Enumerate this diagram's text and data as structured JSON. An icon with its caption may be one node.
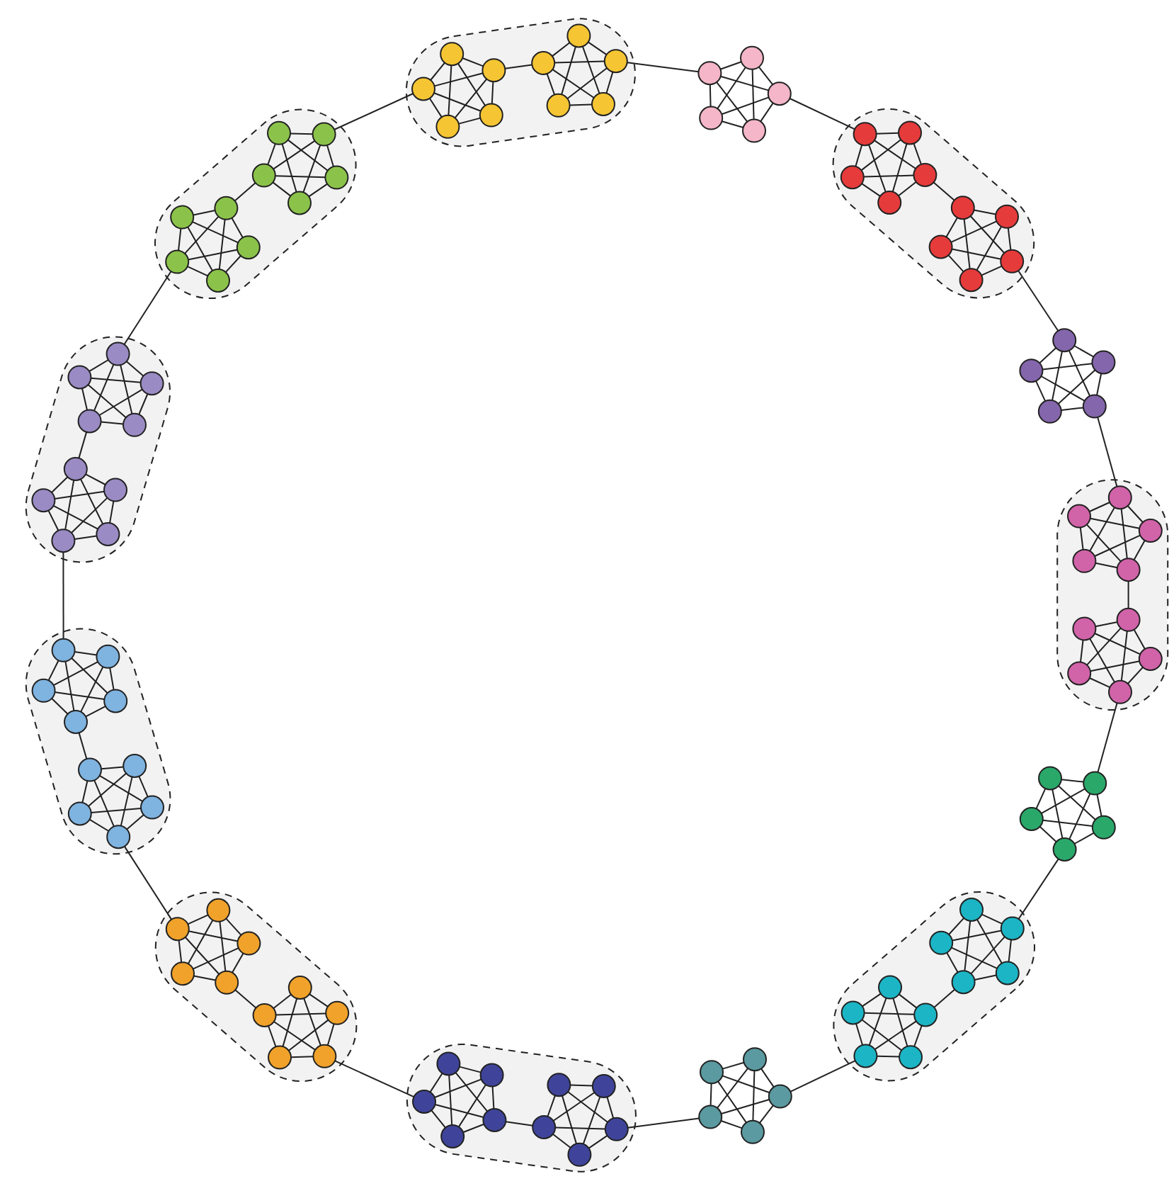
{
  "diagram": {
    "nodes": [
      {
        "text": [],
        "shape": "box"
      },
      {
        "text": [],
        "shape": "circle",
        "in": 0
      },
      {
        "text": [],
        "shape": "circle",
        "in": 0
      },
      {
        "text": [],
        "shape": "circle",
        "in": 0
      },
      {
        "text": [],
        "shape": "circle",
        "in": 0
      },
      {
        "text": [],
        "shape": "circle",
        "in": 0
      },
      {
        "text": [],
        "shape": "circle",
        "in": 0
      },
      {
        "text": [],
        "shape": "circle",
        "in": 0
      },
      {
        "text": [],
        "shape": "circle",
        "in": 0
      },
      {
        "text": [],
        "shape": "circle",
        "in": 0
      },
      {
        "text": [],
        "shape": "circle",
        "in": 0
      },
      {
        "text": [],
        "shape": "circle"
      },
      {
        "text": [],
        "shape": "circle"
      },
      {
        "text": [],
        "shape": "circle"
      },
      {
        "text": [],
        "shape": "circle"
      },
      {
        "text": [],
        "shape": "circle"
      },
      {
        "text": [],
        "shape": "box"
      },
      {
        "text": [],
        "shape": "circle",
        "in": 16
      },
      {
        "text": [],
        "shape": "circle",
        "in": 16
      },
      {
        "text": [],
        "shape": "circle",
        "in": 16
      },
      {
        "text": [],
        "shape": "circle",
        "in": 16
      },
      {
        "text": [],
        "shape": "circle",
        "in": 16
      },
      {
        "text": [],
        "shape": "circle",
        "in": 16
      },
      {
        "text": [],
        "shape": "circle",
        "in": 16
      },
      {
        "text": [],
        "shape": "circle",
        "in": 16
      },
      {
        "text": [],
        "shape": "circle",
        "in": 16
      },
      {
        "text": [],
        "shape": "circle",
        "in": 16
      },
      {
        "text": [],
        "shape": "circle"
      },
      {
        "text": [],
        "shape": "circle"
      },
      {
        "text": [],
        "shape": "circle"
      },
      {
        "text": [],
        "shape": "circle"
      },
      {
        "text": [],
        "shape": "circle"
      },
      {
        "text": [],
        "shape": "box"
      },
      {
        "text": [],
        "shape": "circle",
        "in": 32
      },
      {
        "text": [],
        "shape": "circle",
        "in": 32
      },
      {
        "text": [],
        "shape": "circle",
        "in": 32
      },
      {
        "text": [],
        "shape": "circle",
        "in": 32
      },
      {
        "text": [],
        "shape": "circle",
        "in": 32
      },
      {
        "text": [],
        "shape": "circle",
        "in": 32
      },
      {
        "text": [],
        "shape": "circle",
        "in": 32
      },
      {
        "text": [],
        "shape": "circle",
        "in": 32
      },
      {
        "text": [],
        "shape": "circle",
        "in": 32
      },
      {
        "text": [],
        "shape": "circle",
        "in": 32
      },
      {
        "text": [],
        "shape": "circle"
      },
      {
        "text": [],
        "shape": "circle"
      },
      {
        "text": [],
        "shape": "circle"
      },
      {
        "text": [],
        "shape": "circle"
      },
      {
        "text": [],
        "shape": "circle"
      },
      {
        "text": [],
        "shape": "box"
      },
      {
        "text": [],
        "shape": "circle",
        "in": 48
      },
      {
        "text": [],
        "shape": "circle",
        "in": 48
      },
      {
        "text": [],
        "shape": "circle",
        "in": 48
      },
      {
        "text": [],
        "shape": "circle",
        "in": 48
      },
      {
        "text": [],
        "shape": "circle",
        "in": 48
      },
      {
        "text": [],
        "shape": "circle",
        "in": 48
      },
      {
        "text": [],
        "shape": "circle",
        "in": 48
      },
      {
        "text": [],
        "shape": "circle",
        "in": 48
      },
      {
        "text": [],
        "shape": "circle",
        "in": 48
      },
      {
        "text": [],
        "shape": "circle",
        "in": 48
      },
      {
        "text": [],
        "shape": "circle"
      },
      {
        "text": [],
        "shape": "circle"
      },
      {
        "text": [],
        "shape": "circle"
      },
      {
        "text": [],
        "shape": "circle"
      },
      {
        "text": [],
        "shape": "circle"
      },
      {
        "text": [],
        "shape": "box"
      },
      {
        "text": [],
        "shape": "circle",
        "in": 64
      },
      {
        "text": [],
        "shape": "circle",
        "in": 64
      },
      {
        "text": [],
        "shape": "circle",
        "in": 64
      },
      {
        "text": [],
        "shape": "circle",
        "in": 64
      },
      {
        "text": [],
        "shape": "circle",
        "in": 64
      },
      {
        "text": [],
        "shape": "circle",
        "in": 64
      },
      {
        "text": [],
        "shape": "circle",
        "in": 64
      },
      {
        "text": [],
        "shape": "circle",
        "in": 64
      },
      {
        "text": [],
        "shape": "circle",
        "in": 64
      },
      {
        "text": [],
        "shape": "circle",
        "in": 64
      },
      {
        "text": [],
        "shape": "box"
      },
      {
        "text": [],
        "shape": "circle",
        "in": 75
      },
      {
        "text": [],
        "shape": "circle",
        "in": 75
      },
      {
        "text": [],
        "shape": "circle",
        "in": 75
      },
      {
        "text": [],
        "shape": "circle",
        "in": 75
      },
      {
        "text": [],
        "shape": "circle",
        "in": 75
      },
      {
        "text": [],
        "shape": "circle",
        "in": 75
      },
      {
        "text": [],
        "shape": "circle",
        "in": 75
      },
      {
        "text": [],
        "shape": "circle",
        "in": 75
      },
      {
        "text": [],
        "shape": "circle",
        "in": 75
      },
      {
        "text": [],
        "shape": "circle",
        "in": 75
      },
      {
        "text": [],
        "shape": "box"
      },
      {
        "text": [],
        "shape": "circle",
        "in": 86
      },
      {
        "text": [],
        "shape": "circle",
        "in": 86
      },
      {
        "text": [],
        "shape": "circle",
        "in": 86
      },
      {
        "text": [],
        "shape": "circle",
        "in": 86
      },
      {
        "text": [],
        "shape": "circle",
        "in": 86
      },
      {
        "text": [],
        "shape": "circle",
        "in": 86
      },
      {
        "text": [],
        "shape": "circle",
        "in": 86
      },
      {
        "text": [],
        "shape": "circle",
        "in": 86
      },
      {
        "text": [],
        "shape": "circle",
        "in": 86
      },
      {
        "text": [],
        "shape": "circle",
        "in": 86
      },
      {
        "text": [],
        "shape": "box"
      },
      {
        "text": [],
        "shape": "circle",
        "in": 97
      },
      {
        "text": [],
        "shape": "circle",
        "in": 97
      },
      {
        "text": [],
        "shape": "circle",
        "in": 97
      },
      {
        "text": [],
        "shape": "circle",
        "in": 97
      },
      {
        "text": [],
        "shape": "circle",
        "in": 97
      },
      {
        "text": [],
        "shape": "circle",
        "in": 97
      },
      {
        "text": [],
        "shape": "circle",
        "in": 97
      },
      {
        "text": [],
        "shape": "circle",
        "in": 97
      },
      {
        "text": [],
        "shape": "circle",
        "in": 97
      },
      {
        "text": [],
        "shape": "circle",
        "in": 97
      },
      {
        "text": [],
        "shape": "box"
      },
      {
        "text": [],
        "shape": "circle",
        "in": 108
      },
      {
        "text": [],
        "shape": "circle",
        "in": 108
      },
      {
        "text": [],
        "shape": "circle",
        "in": 108
      },
      {
        "text": [],
        "shape": "circle",
        "in": 108
      },
      {
        "text": [],
        "shape": "circle",
        "in": 108
      },
      {
        "text": [],
        "shape": "circle",
        "in": 108
      },
      {
        "text": [],
        "shape": "circle",
        "in": 108
      },
      {
        "text": [],
        "shape": "circle",
        "in": 108
      },
      {
        "text": [],
        "shape": "circle",
        "in": 108
      },
      {
        "text": [],
        "shape": "circle",
        "in": 108
      }
    ],
    "edges": [
      {
        "from": 1,
        "to": 2,
        "arrow": "none"
      },
      {
        "from": 1,
        "to": 3,
        "arrow": "none"
      },
      {
        "from": 1,
        "to": 4,
        "arrow": "none"
      },
      {
        "from": 1,
        "to": 5,
        "arrow": "none"
      },
      {
        "from": 2,
        "to": 3,
        "arrow": "none"
      },
      {
        "from": 2,
        "to": 4,
        "arrow": "none"
      },
      {
        "from": 2,
        "to": 5,
        "arrow": "none"
      },
      {
        "from": 3,
        "to": 4,
        "arrow": "none"
      },
      {
        "from": 3,
        "to": 5,
        "arrow": "none"
      },
      {
        "from": 4,
        "to": 5,
        "arrow": "none"
      },
      {
        "from": 3,
        "to": 6,
        "arrow": "none"
      },
      {
        "from": 6,
        "to": 7,
        "arrow": "none"
      },
      {
        "from": 6,
        "to": 8,
        "arrow": "none"
      },
      {
        "from": 6,
        "to": 9,
        "arrow": "none"
      },
      {
        "from": 6,
        "to": 10,
        "arrow": "none"
      },
      {
        "from": 7,
        "to": 8,
        "arrow": "none"
      },
      {
        "from": 7,
        "to": 9,
        "arrow": "none"
      },
      {
        "from": 7,
        "to": 10,
        "arrow": "none"
      },
      {
        "from": 8,
        "to": 9,
        "arrow": "none"
      },
      {
        "from": 8,
        "to": 10,
        "arrow": "none"
      },
      {
        "from": 9,
        "to": 10,
        "arrow": "none"
      },
      {
        "from": 8,
        "to": 11,
        "arrow": "none"
      },
      {
        "from": 11,
        "to": 12,
        "arrow": "none"
      },
      {
        "from": 11,
        "to": 13,
        "arrow": "none"
      },
      {
        "from": 11,
        "to": 14,
        "arrow": "none"
      },
      {
        "from": 11,
        "to": 15,
        "arrow": "none"
      },
      {
        "from": 12,
        "to": 13,
        "arrow": "none"
      },
      {
        "from": 12,
        "to": 14,
        "arrow": "none"
      },
      {
        "from": 12,
        "to": 15,
        "arrow": "none"
      },
      {
        "from": 13,
        "to": 14,
        "arrow": "none"
      },
      {
        "from": 13,
        "to": 15,
        "arrow": "none"
      },
      {
        "from": 14,
        "to": 15,
        "arrow": "none"
      },
      {
        "from": 13,
        "to": 17,
        "arrow": "none"
      },
      {
        "from": 17,
        "to": 18,
        "arrow": "none"
      },
      {
        "from": 17,
        "to": 19,
        "arrow": "none"
      },
      {
        "from": 17,
        "to": 20,
        "arrow": "none"
      },
      {
        "from": 17,
        "to": 21,
        "arrow": "none"
      },
      {
        "from": 18,
        "to": 19,
        "arrow": "none"
      },
      {
        "from": 18,
        "to": 20,
        "arrow": "none"
      },
      {
        "from": 18,
        "to": 21,
        "arrow": "none"
      },
      {
        "from": 19,
        "to": 20,
        "arrow": "none"
      },
      {
        "from": 19,
        "to": 21,
        "arrow": "none"
      },
      {
        "from": 20,
        "to": 21,
        "arrow": "none"
      },
      {
        "from": 19,
        "to": 22,
        "arrow": "none"
      },
      {
        "from": 22,
        "to": 23,
        "arrow": "none"
      },
      {
        "from": 22,
        "to": 24,
        "arrow": "none"
      },
      {
        "from": 22,
        "to": 25,
        "arrow": "none"
      },
      {
        "from": 22,
        "to": 26,
        "arrow": "none"
      },
      {
        "from": 23,
        "to": 24,
        "arrow": "none"
      },
      {
        "from": 23,
        "to": 25,
        "arrow": "none"
      },
      {
        "from": 23,
        "to": 26,
        "arrow": "none"
      },
      {
        "from": 24,
        "to": 25,
        "arrow": "none"
      },
      {
        "from": 24,
        "to": 26,
        "arrow": "none"
      },
      {
        "from": 25,
        "to": 26,
        "arrow": "none"
      },
      {
        "from": 24,
        "to": 27,
        "arrow": "none"
      },
      {
        "from": 27,
        "to": 28,
        "arrow": "none"
      },
      {
        "from": 27,
        "to": 29,
        "arrow": "none"
      },
      {
        "from": 27,
        "to": 30,
        "arrow": "none"
      },
      {
        "from": 27,
        "to": 31,
        "arrow": "none"
      },
      {
        "from": 28,
        "to": 29,
        "arrow": "none"
      },
      {
        "from": 28,
        "to": 30,
        "arrow": "none"
      },
      {
        "from": 28,
        "to": 31,
        "arrow": "none"
      },
      {
        "from": 29,
        "to": 30,
        "arrow": "none"
      },
      {
        "from": 29,
        "to": 31,
        "arrow": "none"
      },
      {
        "from": 30,
        "to": 31,
        "arrow": "none"
      },
      {
        "from": 29,
        "to": 33,
        "arrow": "none"
      },
      {
        "from": 33,
        "to": 34,
        "arrow": "none"
      },
      {
        "from": 33,
        "to": 35,
        "arrow": "none"
      },
      {
        "from": 33,
        "to": 36,
        "arrow": "none"
      },
      {
        "from": 33,
        "to": 37,
        "arrow": "none"
      },
      {
        "from": 34,
        "to": 35,
        "arrow": "none"
      },
      {
        "from": 34,
        "to": 36,
        "arrow": "none"
      },
      {
        "from": 34,
        "to": 37,
        "arrow": "none"
      },
      {
        "from": 35,
        "to": 36,
        "arrow": "none"
      },
      {
        "from": 35,
        "to": 37,
        "arrow": "none"
      },
      {
        "from": 36,
        "to": 37,
        "arrow": "none"
      },
      {
        "from": 35,
        "to": 38,
        "arrow": "none"
      },
      {
        "from": 38,
        "to": 39,
        "arrow": "none"
      },
      {
        "from": 38,
        "to": 40,
        "arrow": "none"
      },
      {
        "from": 38,
        "to": 41,
        "arrow": "none"
      },
      {
        "from": 38,
        "to": 42,
        "arrow": "none"
      },
      {
        "from": 39,
        "to": 40,
        "arrow": "none"
      },
      {
        "from": 39,
        "to": 41,
        "arrow": "none"
      },
      {
        "from": 39,
        "to": 42,
        "arrow": "none"
      },
      {
        "from": 40,
        "to": 41,
        "arrow": "none"
      },
      {
        "from": 40,
        "to": 42,
        "arrow": "none"
      },
      {
        "from": 41,
        "to": 42,
        "arrow": "none"
      },
      {
        "from": 40,
        "to": 43,
        "arrow": "none"
      },
      {
        "from": 43,
        "to": 44,
        "arrow": "none"
      },
      {
        "from": 43,
        "to": 45,
        "arrow": "none"
      },
      {
        "from": 43,
        "to": 46,
        "arrow": "none"
      },
      {
        "from": 43,
        "to": 47,
        "arrow": "none"
      },
      {
        "from": 44,
        "to": 45,
        "arrow": "none"
      },
      {
        "from": 44,
        "to": 46,
        "arrow": "none"
      },
      {
        "from": 44,
        "to": 47,
        "arrow": "none"
      },
      {
        "from": 45,
        "to": 46,
        "arrow": "none"
      },
      {
        "from": 45,
        "to": 47,
        "arrow": "none"
      },
      {
        "from": 46,
        "to": 47,
        "arrow": "none"
      },
      {
        "from": 45,
        "to": 49,
        "arrow": "none"
      },
      {
        "from": 49,
        "to": 50,
        "arrow": "none"
      },
      {
        "from": 49,
        "to": 51,
        "arrow": "none"
      },
      {
        "from": 49,
        "to": 52,
        "arrow": "none"
      },
      {
        "from": 49,
        "to": 53,
        "arrow": "none"
      },
      {
        "from": 50,
        "to": 51,
        "arrow": "none"
      },
      {
        "from": 50,
        "to": 52,
        "arrow": "none"
      },
      {
        "from": 50,
        "to": 53,
        "arrow": "none"
      },
      {
        "from": 51,
        "to": 52,
        "arrow": "none"
      },
      {
        "from": 51,
        "to": 53,
        "arrow": "none"
      },
      {
        "from": 52,
        "to": 53,
        "arrow": "none"
      },
      {
        "from": 51,
        "to": 54,
        "arrow": "none"
      },
      {
        "from": 54,
        "to": 55,
        "arrow": "none"
      },
      {
        "from": 54,
        "to": 56,
        "arrow": "none"
      },
      {
        "from": 54,
        "to": 57,
        "arrow": "none"
      },
      {
        "from": 54,
        "to": 58,
        "arrow": "none"
      },
      {
        "from": 55,
        "to": 56,
        "arrow": "none"
      },
      {
        "from": 55,
        "to": 57,
        "arrow": "none"
      },
      {
        "from": 55,
        "to": 58,
        "arrow": "none"
      },
      {
        "from": 56,
        "to": 57,
        "arrow": "none"
      },
      {
        "from": 56,
        "to": 58,
        "arrow": "none"
      },
      {
        "from": 57,
        "to": 58,
        "arrow": "none"
      },
      {
        "from": 56,
        "to": 59,
        "arrow": "none"
      },
      {
        "from": 59,
        "to": 60,
        "arrow": "none"
      },
      {
        "from": 59,
        "to": 61,
        "arrow": "none"
      },
      {
        "from": 59,
        "to": 62,
        "arrow": "none"
      },
      {
        "from": 59,
        "to": 63,
        "arrow": "none"
      },
      {
        "from": 60,
        "to": 61,
        "arrow": "none"
      },
      {
        "from": 60,
        "to": 62,
        "arrow": "none"
      },
      {
        "from": 60,
        "to": 63,
        "arrow": "none"
      },
      {
        "from": 61,
        "to": 62,
        "arrow": "none"
      },
      {
        "from": 61,
        "to": 63,
        "arrow": "none"
      },
      {
        "from": 62,
        "to": 63,
        "arrow": "none"
      },
      {
        "from": 61,
        "to": 65,
        "arrow": "none"
      },
      {
        "from": 65,
        "to": 66,
        "arrow": "none"
      },
      {
        "from": 65,
        "to": 67,
        "arrow": "none"
      },
      {
        "from": 65,
        "to": 68,
        "arrow": "none"
      },
      {
        "from": 65,
        "to": 69,
        "arrow": "none"
      },
      {
        "from": 66,
        "to": 67,
        "arrow": "none"
      },
      {
        "from": 66,
        "to": 68,
        "arrow": "none"
      },
      {
        "from": 66,
        "to": 69,
        "arrow": "none"
      },
      {
        "from": 67,
        "to": 68,
        "arrow": "none"
      },
      {
        "from": 67,
        "to": 69,
        "arrow": "none"
      },
      {
        "from": 68,
        "to": 69,
        "arrow": "none"
      },
      {
        "from": 67,
        "to": 70,
        "arrow": "none"
      },
      {
        "from": 70,
        "to": 71,
        "arrow": "none"
      },
      {
        "from": 70,
        "to": 72,
        "arrow": "none"
      },
      {
        "from": 70,
        "to": 73,
        "arrow": "none"
      },
      {
        "from": 70,
        "to": 74,
        "arrow": "none"
      },
      {
        "from": 71,
        "to": 72,
        "arrow": "none"
      },
      {
        "from": 71,
        "to": 73,
        "arrow": "none"
      },
      {
        "from": 71,
        "to": 74,
        "arrow": "none"
      },
      {
        "from": 72,
        "to": 73,
        "arrow": "none"
      },
      {
        "from": 72,
        "to": 74,
        "arrow": "none"
      },
      {
        "from": 73,
        "to": 74,
        "arrow": "none"
      },
      {
        "from": 72,
        "to": 76,
        "arrow": "none"
      },
      {
        "from": 76,
        "to": 77,
        "arrow": "none"
      },
      {
        "from": 76,
        "to": 78,
        "arrow": "none"
      },
      {
        "from": 76,
        "to": 79,
        "arrow": "none"
      },
      {
        "from": 76,
        "to": 80,
        "arrow": "none"
      },
      {
        "from": 77,
        "to": 78,
        "arrow": "none"
      },
      {
        "from": 77,
        "to": 79,
        "arrow": "none"
      },
      {
        "from": 77,
        "to": 80,
        "arrow": "none"
      },
      {
        "from": 78,
        "to": 79,
        "arrow": "none"
      },
      {
        "from": 78,
        "to": 80,
        "arrow": "none"
      },
      {
        "from": 79,
        "to": 80,
        "arrow": "none"
      },
      {
        "from": 78,
        "to": 81,
        "arrow": "none"
      },
      {
        "from": 81,
        "to": 82,
        "arrow": "none"
      },
      {
        "from": 81,
        "to": 83,
        "arrow": "none"
      },
      {
        "from": 81,
        "to": 84,
        "arrow": "none"
      },
      {
        "from": 81,
        "to": 85,
        "arrow": "none"
      },
      {
        "from": 82,
        "to": 83,
        "arrow": "none"
      },
      {
        "from": 82,
        "to": 84,
        "arrow": "none"
      },
      {
        "from": 82,
        "to": 85,
        "arrow": "none"
      },
      {
        "from": 83,
        "to": 84,
        "arrow": "none"
      },
      {
        "from": 83,
        "to": 85,
        "arrow": "none"
      },
      {
        "from": 84,
        "to": 85,
        "arrow": "none"
      },
      {
        "from": 83,
        "to": 87,
        "arrow": "none"
      },
      {
        "from": 87,
        "to": 88,
        "arrow": "none"
      },
      {
        "from": 87,
        "to": 89,
        "arrow": "none"
      },
      {
        "from": 87,
        "to": 90,
        "arrow": "none"
      },
      {
        "from": 87,
        "to": 91,
        "arrow": "none"
      },
      {
        "from": 88,
        "to": 89,
        "arrow": "none"
      },
      {
        "from": 88,
        "to": 90,
        "arrow": "none"
      },
      {
        "from": 88,
        "to": 91,
        "arrow": "none"
      },
      {
        "from": 89,
        "to": 90,
        "arrow": "none"
      },
      {
        "from": 89,
        "to": 91,
        "arrow": "none"
      },
      {
        "from": 90,
        "to": 91,
        "arrow": "none"
      },
      {
        "from": 89,
        "to": 92,
        "arrow": "none"
      },
      {
        "from": 92,
        "to": 93,
        "arrow": "none"
      },
      {
        "from": 92,
        "to": 94,
        "arrow": "none"
      },
      {
        "from": 92,
        "to": 95,
        "arrow": "none"
      },
      {
        "from": 92,
        "to": 96,
        "arrow": "none"
      },
      {
        "from": 93,
        "to": 94,
        "arrow": "none"
      },
      {
        "from": 93,
        "to": 95,
        "arrow": "none"
      },
      {
        "from": 93,
        "to": 96,
        "arrow": "none"
      },
      {
        "from": 94,
        "to": 95,
        "arrow": "none"
      },
      {
        "from": 94,
        "to": 96,
        "arrow": "none"
      },
      {
        "from": 95,
        "to": 96,
        "arrow": "none"
      },
      {
        "from": 94,
        "to": 98,
        "arrow": "none"
      },
      {
        "from": 98,
        "to": 99,
        "arrow": "none"
      },
      {
        "from": 98,
        "to": 100,
        "arrow": "none"
      },
      {
        "from": 98,
        "to": 101,
        "arrow": "none"
      },
      {
        "from": 98,
        "to": 102,
        "arrow": "none"
      },
      {
        "from": 99,
        "to": 100,
        "arrow": "none"
      },
      {
        "from": 99,
        "to": 101,
        "arrow": "none"
      },
      {
        "from": 99,
        "to": 102,
        "arrow": "none"
      },
      {
        "from": 100,
        "to": 101,
        "arrow": "none"
      },
      {
        "from": 100,
        "to": 102,
        "arrow": "none"
      },
      {
        "from": 101,
        "to": 102,
        "arrow": "none"
      },
      {
        "from": 100,
        "to": 103,
        "arrow": "none"
      },
      {
        "from": 103,
        "to": 104,
        "arrow": "none"
      },
      {
        "from": 103,
        "to": 105,
        "arrow": "none"
      },
      {
        "from": 103,
        "to": 106,
        "arrow": "none"
      },
      {
        "from": 103,
        "to": 107,
        "arrow": "none"
      },
      {
        "from": 104,
        "to": 105,
        "arrow": "none"
      },
      {
        "from": 104,
        "to": 106,
        "arrow": "none"
      },
      {
        "from": 104,
        "to": 107,
        "arrow": "none"
      },
      {
        "from": 105,
        "to": 106,
        "arrow": "none"
      },
      {
        "from": 105,
        "to": 107,
        "arrow": "none"
      },
      {
        "from": 106,
        "to": 107,
        "arrow": "none"
      },
      {
        "from": 105,
        "to": 109,
        "arrow": "none"
      },
      {
        "from": 109,
        "to": 110,
        "arrow": "none"
      },
      {
        "from": 109,
        "to": 111,
        "arrow": "none"
      },
      {
        "from": 109,
        "to": 112,
        "arrow": "none"
      },
      {
        "from": 109,
        "to": 113,
        "arrow": "none"
      },
      {
        "from": 110,
        "to": 111,
        "arrow": "none"
      },
      {
        "from": 110,
        "to": 112,
        "arrow": "none"
      },
      {
        "from": 110,
        "to": 113,
        "arrow": "none"
      },
      {
        "from": 111,
        "to": 112,
        "arrow": "none"
      },
      {
        "from": 111,
        "to": 113,
        "arrow": "none"
      },
      {
        "from": 112,
        "to": 113,
        "arrow": "none"
      },
      {
        "from": 111,
        "to": 114,
        "arrow": "none"
      },
      {
        "from": 114,
        "to": 115,
        "arrow": "none"
      },
      {
        "from": 114,
        "to": 116,
        "arrow": "none"
      },
      {
        "from": 114,
        "to": 117,
        "arrow": "none"
      },
      {
        "from": 114,
        "to": 118,
        "arrow": "none"
      },
      {
        "from": 115,
        "to": 116,
        "arrow": "none"
      },
      {
        "from": 115,
        "to": 117,
        "arrow": "none"
      },
      {
        "from": 115,
        "to": 118,
        "arrow": "none"
      },
      {
        "from": 116,
        "to": 117,
        "arrow": "none"
      },
      {
        "from": 116,
        "to": 118,
        "arrow": "none"
      },
      {
        "from": 117,
        "to": 118,
        "arrow": "none"
      },
      {
        "from": 116,
        "to": 1,
        "arrow": "none"
      }
    ]
  }
}
